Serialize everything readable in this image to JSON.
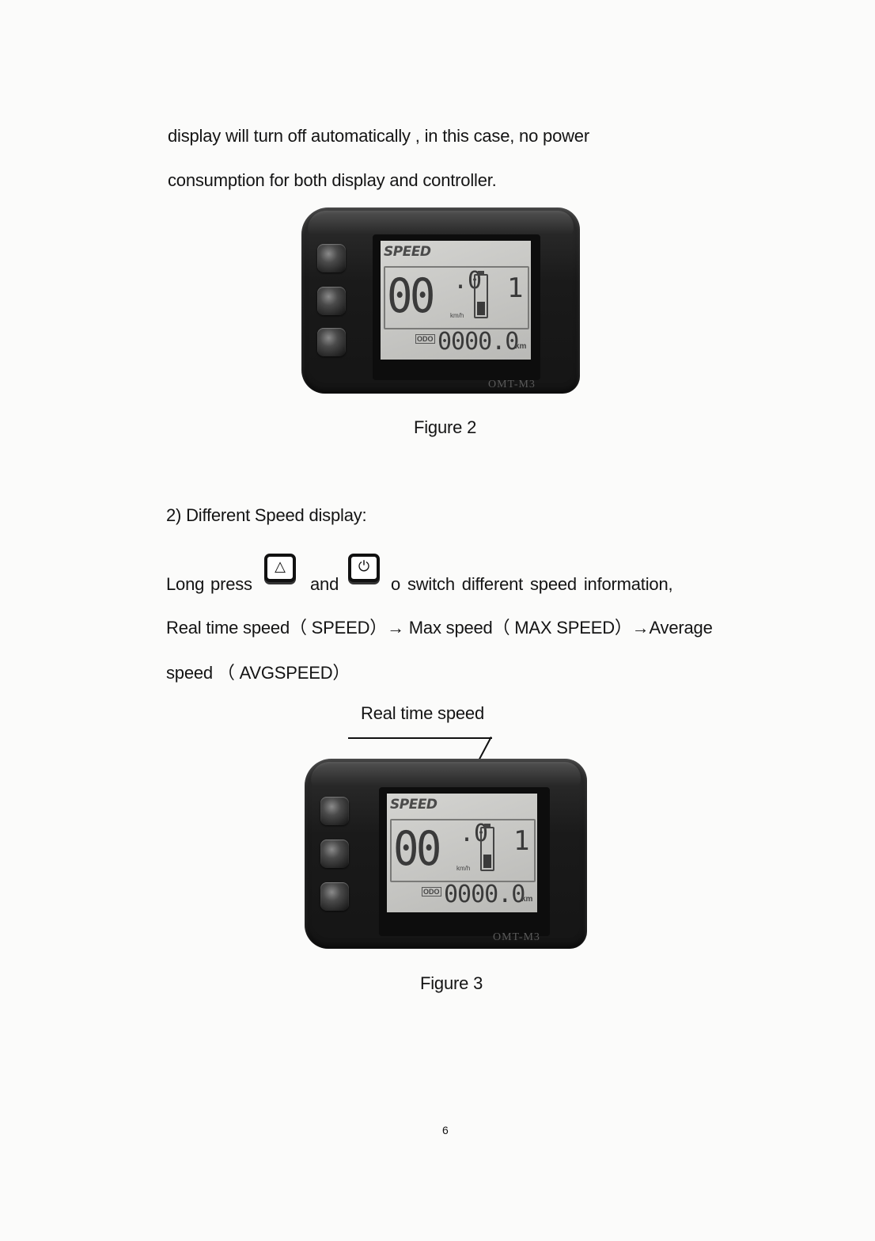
{
  "paragraph1": {
    "line1": "display will turn off automatically , in this case, no power",
    "line2": "consumption for both display and controller."
  },
  "figure2": {
    "caption": "Figure 2",
    "device": {
      "screen_label": "SPEED",
      "speed_int": "00",
      "speed_dec": ".0",
      "speed_unit": "km/h",
      "assist_level": "1",
      "odo_label": "ODO",
      "odo_value": "0000.0",
      "odo_unit": "km",
      "model": "OMT-M3",
      "battery_fill": 0.35
    }
  },
  "section2": {
    "heading": "2) Different Speed display:",
    "line1_part1": "Long  press",
    "line1_and": "and",
    "line1_part2": "o  switch  different  speed  information,",
    "line2": "Real time speed（ SPEED）→ Max speed（  MAX SPEED）→Average",
    "line3": "speed （  AVGSPEED）",
    "up_key_icon": "up-arrow-key-icon",
    "up_key_glyph": "△",
    "power_key_icon": "power-key-icon",
    "power_key_glyph": "⏻"
  },
  "figure3": {
    "annotation": "Real time speed",
    "caption": "Figure 3",
    "device": {
      "screen_label": "SPEED",
      "speed_int": "00",
      "speed_dec": ".0",
      "speed_unit": "km/h",
      "assist_level": "1",
      "odo_label": "ODO",
      "odo_value": "0000.0",
      "odo_unit": "km",
      "model": "OMT-M3",
      "battery_fill": 0.35
    }
  },
  "page_number": "6"
}
